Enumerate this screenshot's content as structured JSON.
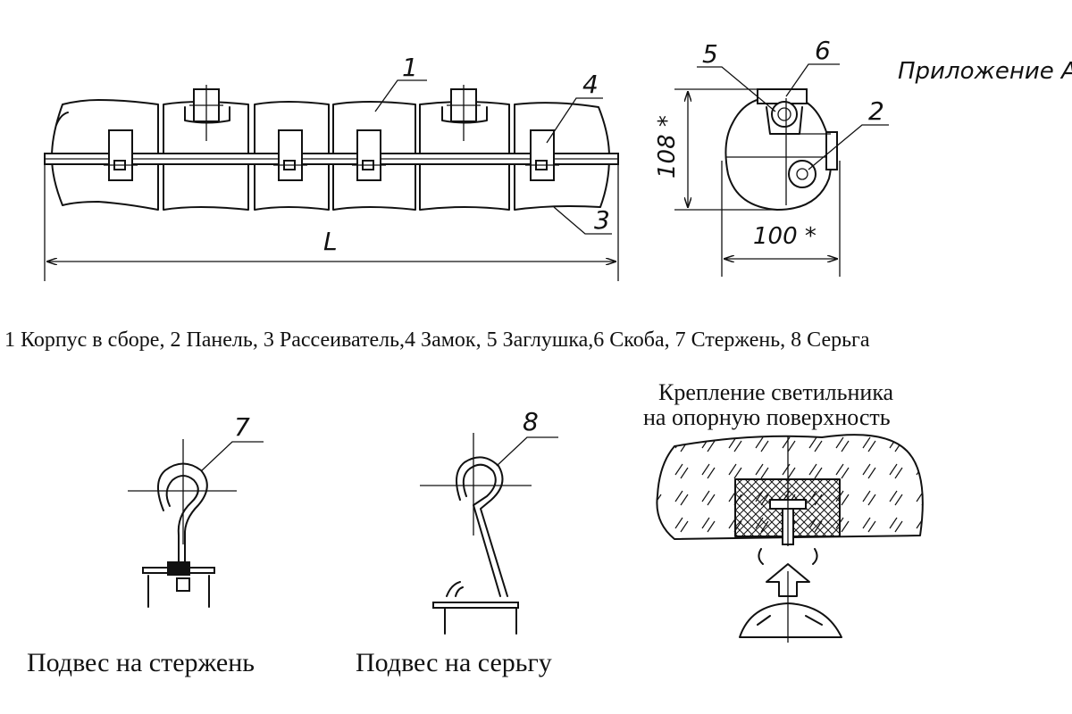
{
  "appendix_label": "Приложение А",
  "dims": {
    "length": "L",
    "height": "108 *",
    "width": "100 *"
  },
  "callouts": {
    "c1": "1",
    "c2": "2",
    "c3": "3",
    "c4": "4",
    "c5": "5",
    "c6": "6",
    "c7": "7",
    "c8": "8"
  },
  "legend": "1 Корпус в сборе, 2 Панель, 3 Рассеиватель,4 Замок, 5 Заглушка,6 Скоба, 7 Стержень, 8 Серьга",
  "captions": {
    "rod": "Подвес на стержень",
    "earring": "Подвес на серьгу",
    "mount_line1": "Крепление светильника",
    "mount_line2": "на опорную поверхность"
  }
}
